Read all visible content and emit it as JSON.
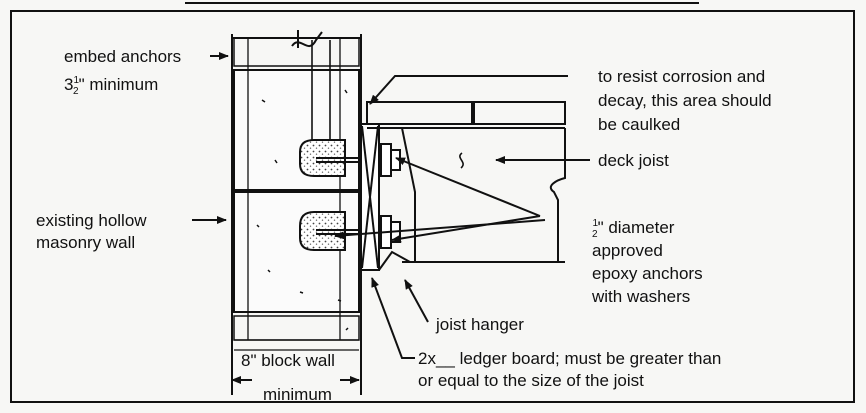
{
  "labels": {
    "embed_anchors": "embed anchors",
    "anchor_depth_whole": "3",
    "anchor_depth_num": "1",
    "anchor_depth_den": "2",
    "anchor_depth_rest": "\" minimum",
    "existing_wall_line1": "existing hollow",
    "existing_wall_line2": "masonry wall",
    "corrosion_line1": "to resist corrosion and",
    "corrosion_line2": "decay, this area should",
    "corrosion_line3": "be caulked",
    "deck_joist": "deck joist",
    "diameter_num": "1",
    "diameter_den": "2",
    "diameter_rest": "\" diameter",
    "anchors_line2": "approved",
    "anchors_line3": "epoxy anchors",
    "anchors_line4": "with washers",
    "joist_hanger": "joist hanger",
    "ledger_line1": "2x__ ledger board; must be greater than",
    "ledger_line2": "or equal to the size of the joist",
    "block_wall": "8\" block wall",
    "block_wall_min": "minimum"
  },
  "colors": {
    "ink": "#111111",
    "paper": "#f7f7f5",
    "grout": "#d8d8d8"
  }
}
